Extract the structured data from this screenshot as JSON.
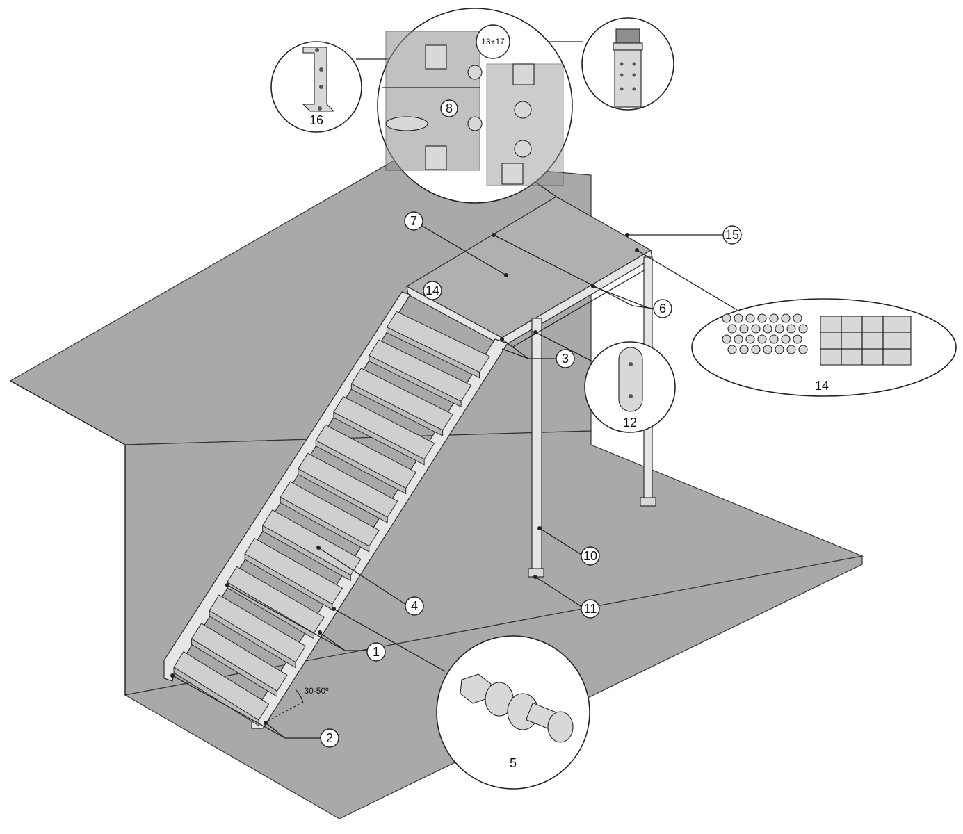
{
  "callouts": {
    "c1": "1",
    "c2": "2",
    "c3": "3",
    "c4": "4",
    "c5": "5",
    "c6": "6",
    "c7": "7",
    "c8": "8",
    "c10": "10",
    "c11": "11",
    "c12": "12",
    "c13_17": "13+17",
    "c14_deck": "14",
    "c14_detail": "14",
    "c15": "15",
    "c16": "16"
  },
  "angle_label": "30-50º",
  "colors": {
    "wall": "#a9a9a9",
    "metal": "#e6e6e6",
    "line": "#222222"
  }
}
